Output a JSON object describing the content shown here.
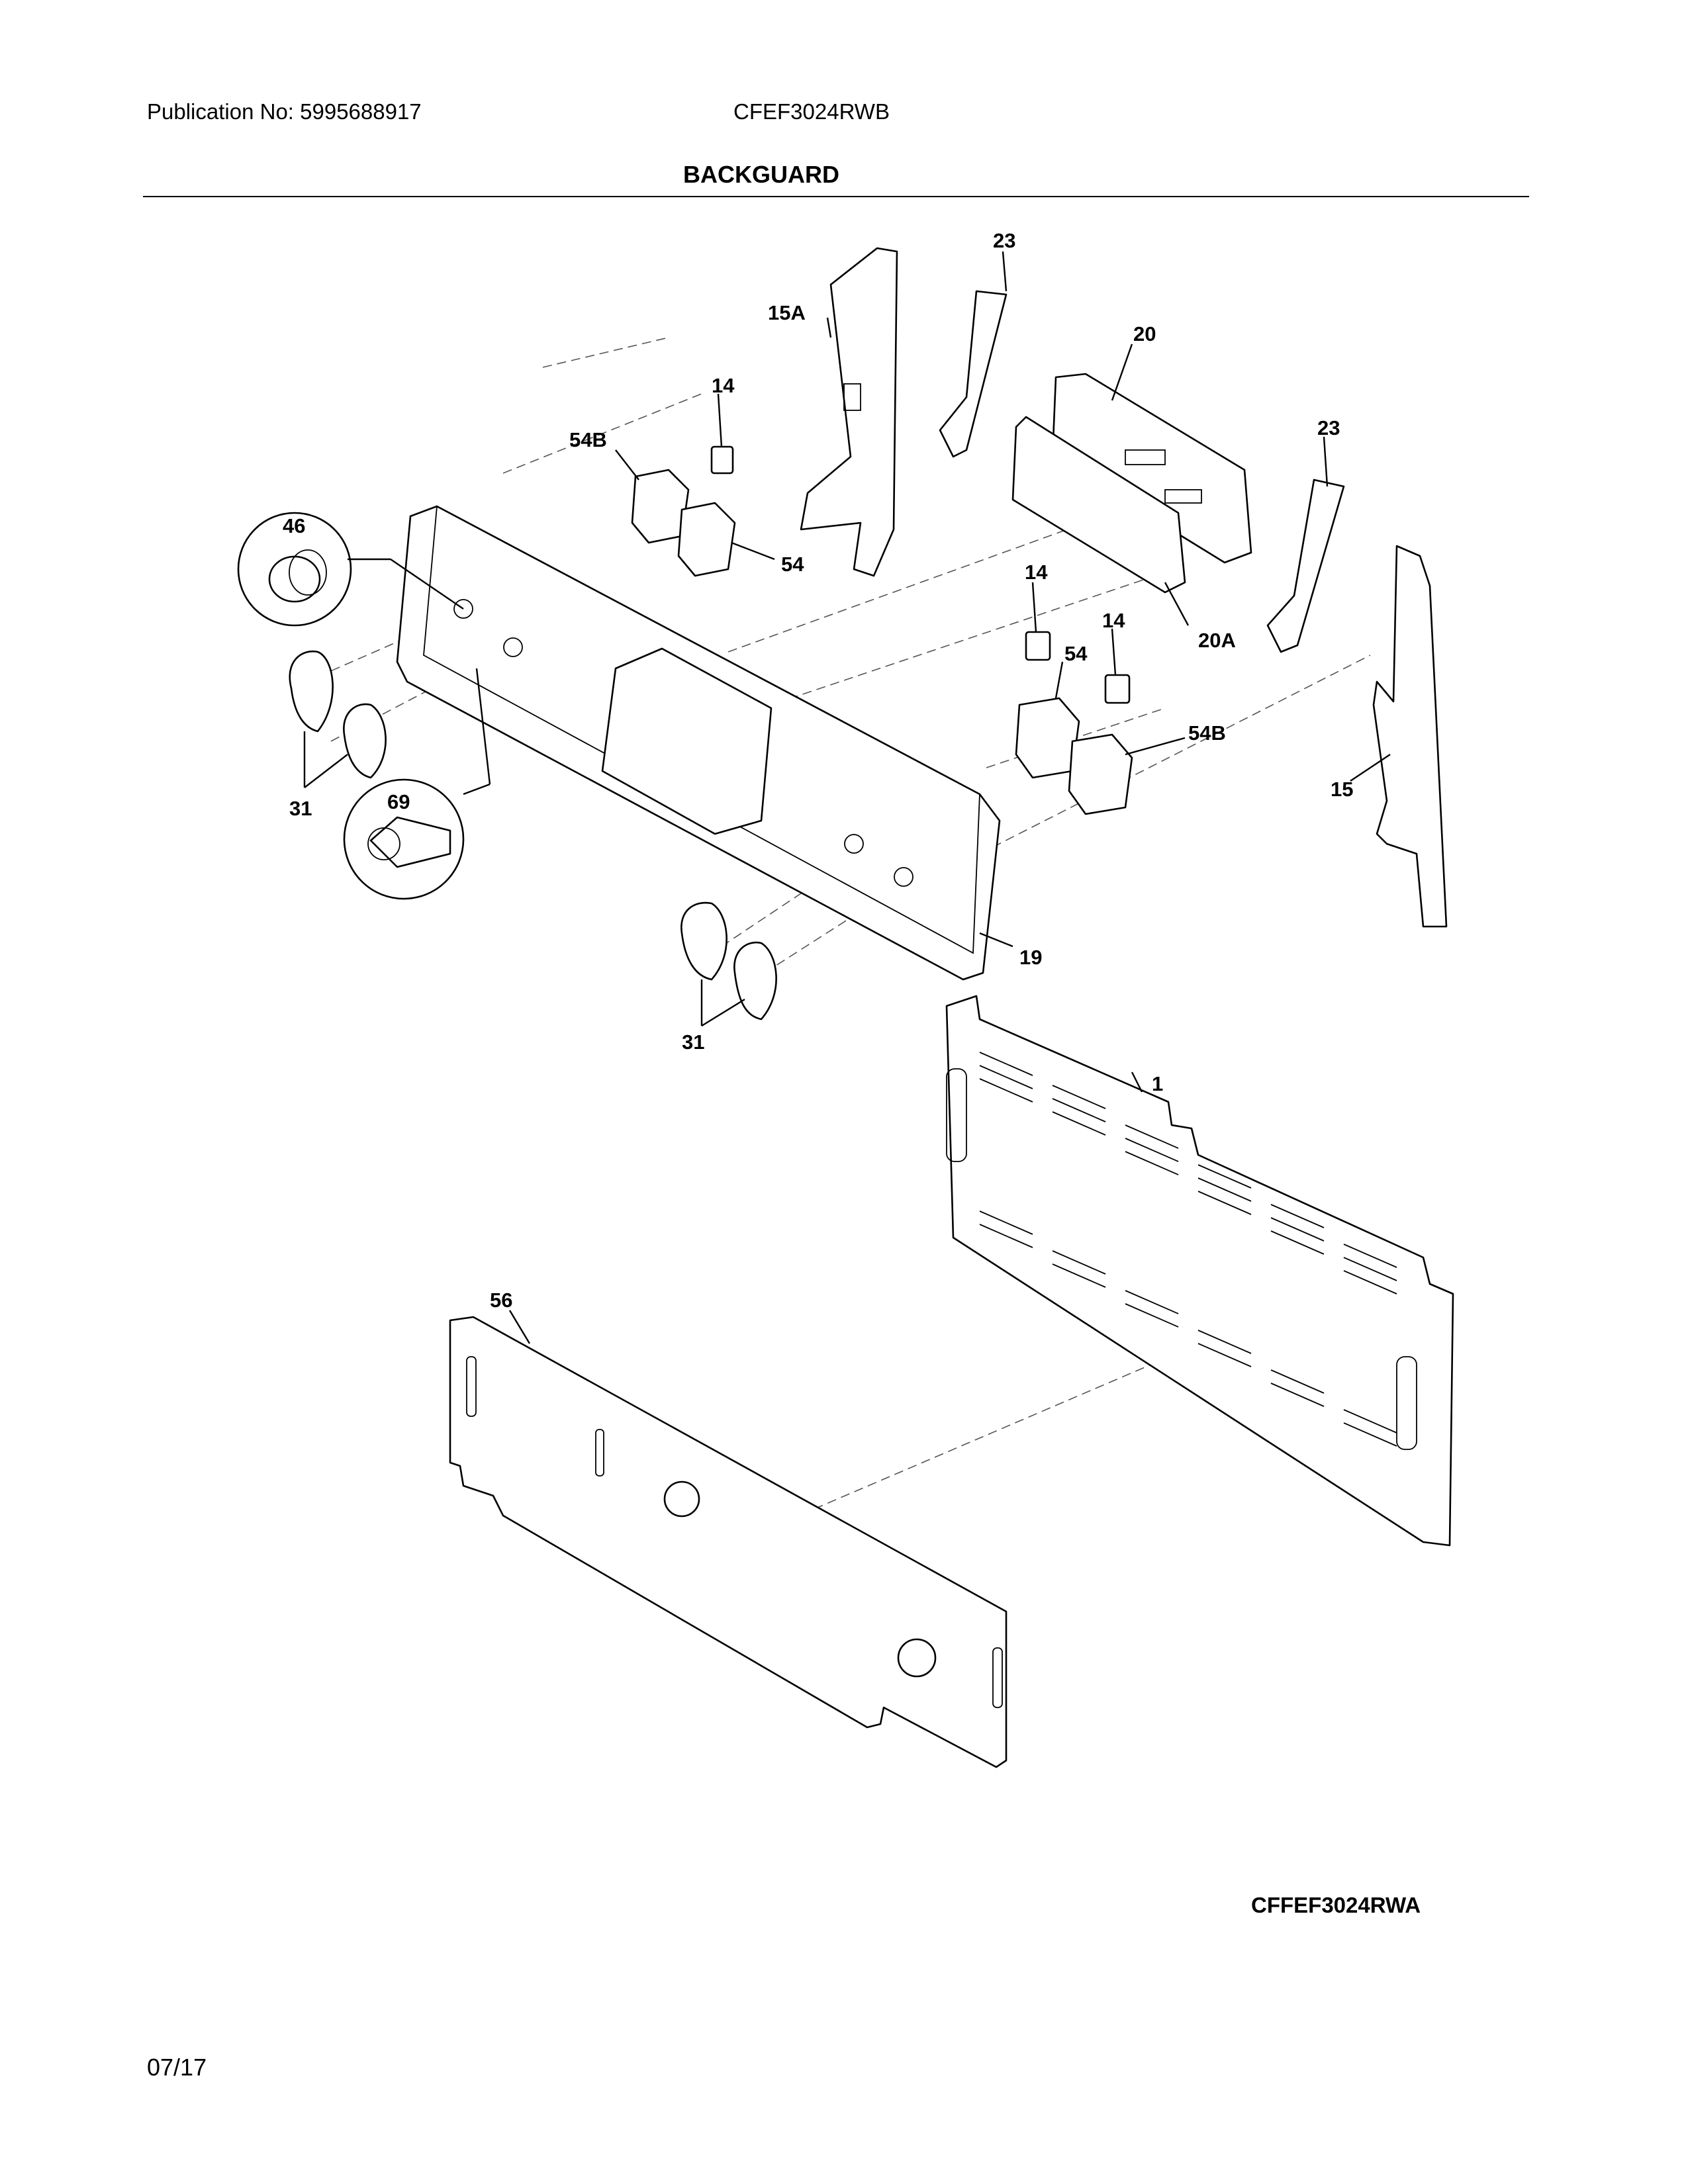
{
  "header": {
    "publication": "Publication No: 5995688917",
    "model": "CFEF3024RWB"
  },
  "page_title": "BACKGUARD",
  "callouts": {
    "c1": "1",
    "c14a": "14",
    "c14b": "14",
    "c14c": "14",
    "c15": "15",
    "c15a": "15A",
    "c19": "19",
    "c20": "20",
    "c20a": "20A",
    "c23a": "23",
    "c23b": "23",
    "c31a": "31",
    "c31b": "31",
    "c46": "46",
    "c54a": "54",
    "c54b": "54",
    "c54ba": "54B",
    "c54bb": "54B",
    "c56": "56",
    "c69": "69"
  },
  "illustration_code": "CFFEF3024RWA",
  "footer": {
    "date": "07/17"
  }
}
